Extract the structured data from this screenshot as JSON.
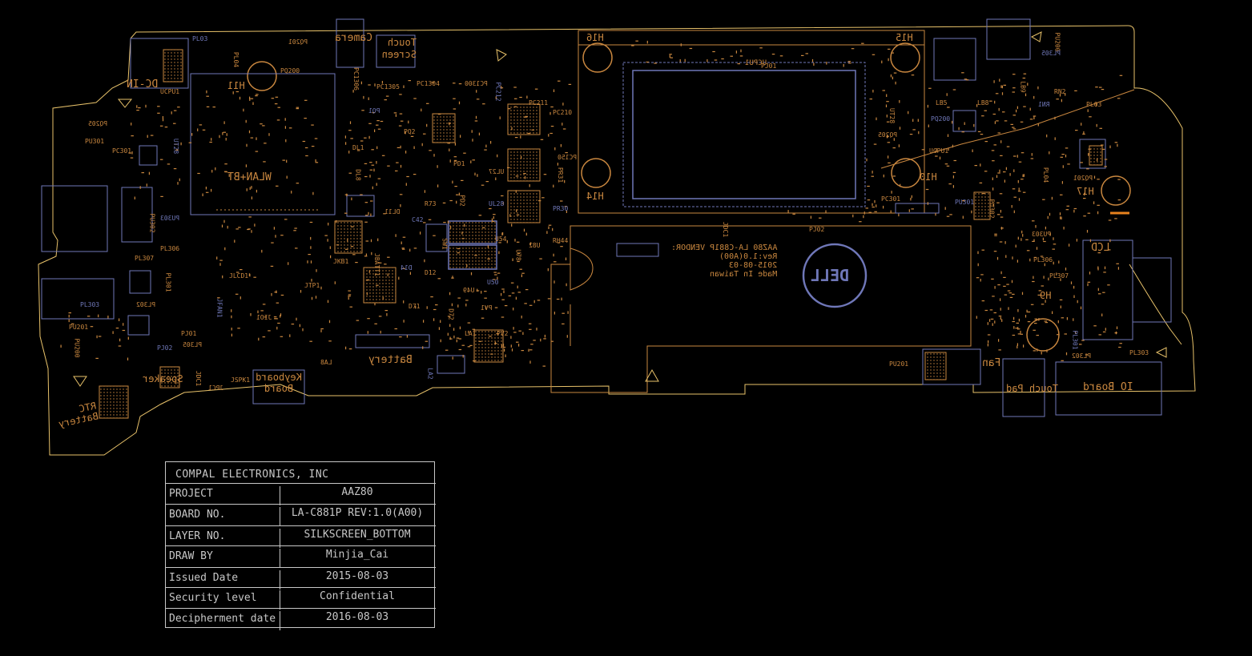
{
  "colors": {
    "background": "#000000",
    "outline": "#e8c26a",
    "silkscreen": "#c9873f",
    "component": "#6f77b8",
    "titleblock": "#c7c7c7"
  },
  "board_labels": {
    "dc_in": "DC-IN",
    "wlan_bt": "WLAN+BT",
    "camera": "Camera",
    "touch_screen": "Touch Screen",
    "keyboard_board": "Keyboard Board",
    "battery": "Battery",
    "speaker": "Speaker",
    "rtc_battery": "RTC Battery",
    "lcd": "LCD",
    "fan": "Fan",
    "touch_pad": "Touch Pad",
    "io_board": "IO Board",
    "h16": "H16",
    "h15": "H15",
    "h14": "H14",
    "h10": "H10",
    "h17": "H17",
    "h11": "H11",
    "h9": "H9",
    "ucpu1": "UCPU1",
    "vendor_line1": "AAZ80 LA-C881P VENDOR:",
    "vendor_line2": "Rev:1.0(A00)",
    "vendor_line3": "2015-08-03",
    "vendor_line4": "Made In Taiwan",
    "dell_logo": "DELL"
  },
  "title_block": {
    "company": "COMPAL ELECTRONICS, INC",
    "rows": [
      {
        "key": "PROJECT",
        "value": "AAZ80"
      },
      {
        "key": "BOARD NO.",
        "value": "LA-C881P  REV:1.0(A00)"
      },
      {
        "key": "LAYER NO.",
        "value": "SILKSCREEN_BOTTOM"
      },
      {
        "key": "DRAW BY",
        "value": "Minjia_Cai"
      },
      {
        "key": "Issued  Date",
        "value": "2015-08-03"
      },
      {
        "key": "Security level",
        "value": "Confidential"
      },
      {
        "key": "Decipherment date",
        "value": "2016-08-03"
      }
    ]
  },
  "ref_designators": [
    "PL03",
    "PL04",
    "PQ201",
    "PQ200",
    "UCPU1",
    "UT28",
    "PQ205",
    "PC301",
    "PU301",
    "PU302",
    "PU303",
    "PL306",
    "PL307",
    "PL301",
    "PL302",
    "PL303",
    "PU201",
    "PU200",
    "PL305",
    "PJ01",
    "PJ02",
    "JDC1",
    "JPC1",
    "JSPK1",
    "JLCD1",
    "JFAN1",
    "JIO1",
    "JTP1",
    "JKB1",
    "JBATT1",
    "D14",
    "D12",
    "D71",
    "D72",
    "U49",
    "U50",
    "U54",
    "U78",
    "U82",
    "RH44",
    "PR30",
    "PR31",
    "PC150",
    "PC210",
    "PC211",
    "PC212",
    "PC1300",
    "PC1304",
    "PC1305",
    "PC1306",
    "PQ1",
    "PQ2",
    "PD1",
    "PD2",
    "UL27",
    "UL28",
    "DL1",
    "DL8",
    "DL11",
    "R73",
    "C42",
    "SW1",
    "PV1",
    "PV2",
    "LA1",
    "LA2",
    "LA8",
    "LB5",
    "LB8",
    "LB9",
    "RN1",
    "RN2"
  ]
}
